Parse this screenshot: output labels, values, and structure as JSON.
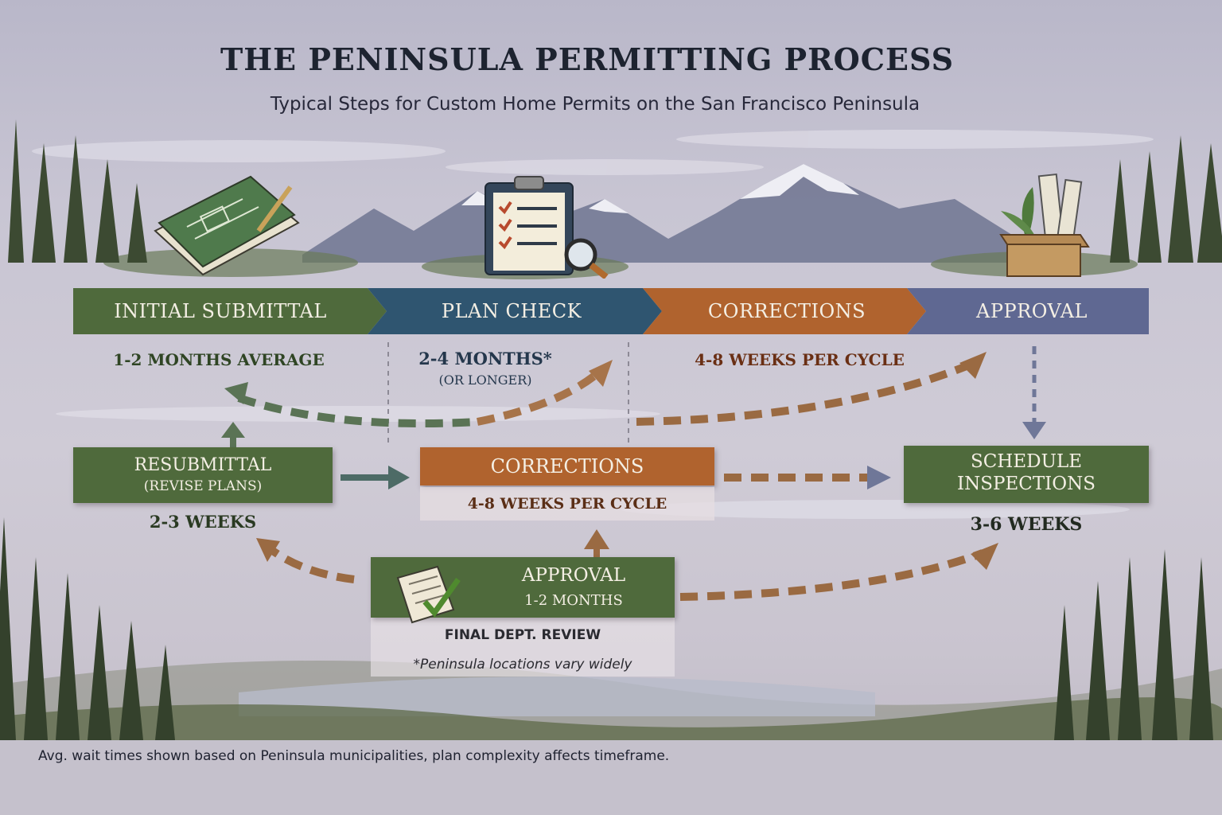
{
  "header": {
    "title": "THE PENINSULA PERMITTING PROCESS",
    "subtitle": "Typical Steps for Custom Home Permits on the San Francisco Peninsula"
  },
  "stages": [
    {
      "label": "INITIAL SUBMITTAL",
      "duration": "1-2 MONTHS AVERAGE",
      "color": "#4f6a3c"
    },
    {
      "label": "PLAN CHECK",
      "duration": "2-4 MONTHS*",
      "duration_note": "(OR LONGER)",
      "color": "#2f5570"
    },
    {
      "label": "CORRECTIONS",
      "duration": "4-8 WEEKS PER CYCLE",
      "color": "#b0632e"
    },
    {
      "label": "APPROVAL",
      "color": "#5f6892"
    }
  ],
  "resubmittal": {
    "label": "RESUBMITTAL",
    "sublabel": "(REVISE PLANS)",
    "duration": "2-3 WEEKS"
  },
  "corrections_mid": {
    "label": "CORRECTIONS",
    "duration": "4-8 WEEKS PER CYCLE"
  },
  "schedule": {
    "label_line1": "SCHEDULE",
    "label_line2": "INSPECTIONS",
    "duration": "3-6 WEEKS"
  },
  "approval_box": {
    "label": "APPROVAL",
    "duration": "1-2 MONTHS",
    "note": "FINAL DEPT. REVIEW"
  },
  "footnote": "*Peninsula locations vary widely",
  "footer": "Avg. wait times shown based on Peninsula municipalities, plan complexity affects timeframe.",
  "icons": [
    "blueprint-icon",
    "clipboard-checklist-icon",
    "magnifier-icon",
    "box-with-plans-icon",
    "document-check-icon"
  ],
  "colors": {
    "green": "#4f6a3c",
    "blue": "#2f5570",
    "orange": "#b0632e",
    "slate": "#5f6892",
    "text_dark": "#2a3a22",
    "brown": "#5a2e16"
  }
}
